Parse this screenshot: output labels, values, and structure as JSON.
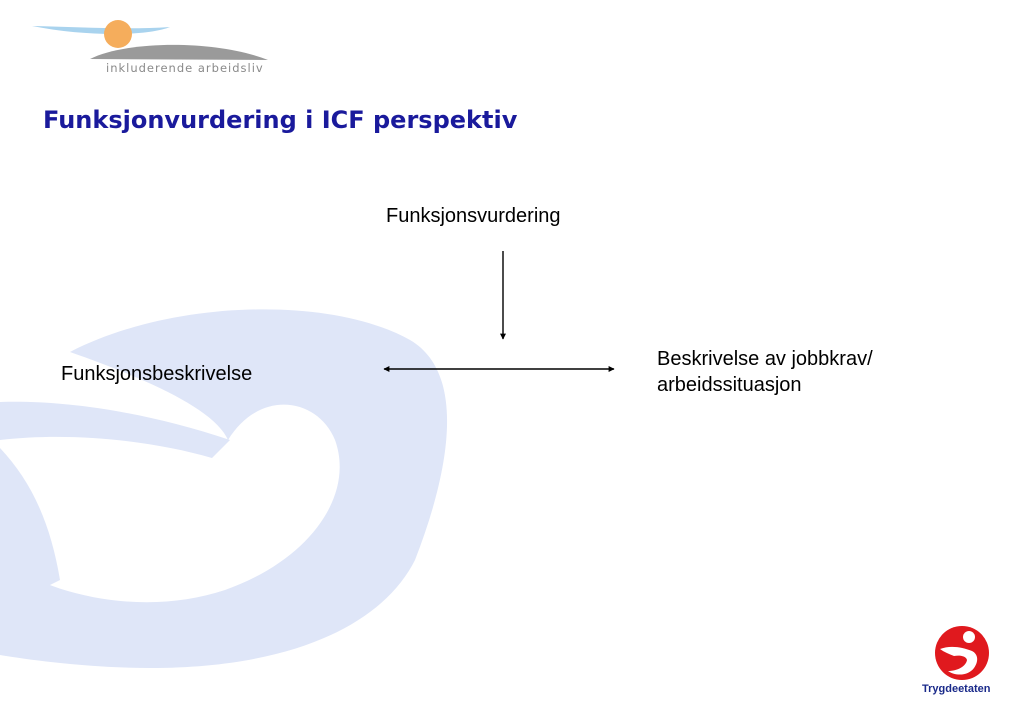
{
  "header": {
    "logo_text": "inkluderende arbeidsliv",
    "title": "Funksjonvurdering i ICF perspektiv"
  },
  "diagram": {
    "top_node": "Funksjonsvurdering",
    "left_node": "Funksjonsbeskrivelse",
    "right_node_lines": [
      "Beskrivelse av jobbkrav/",
      "arbeidssituasjon"
    ]
  },
  "footer": {
    "brand_text": "Trygdeetaten"
  },
  "colors": {
    "title": "#1a1a9c",
    "watermark": "#dfe6f8",
    "logo_sun": "#f5ad5c",
    "logo_sky": "#a9d3ee",
    "logo_ground": "#9a9a9a",
    "brand_red": "#e0191e"
  }
}
